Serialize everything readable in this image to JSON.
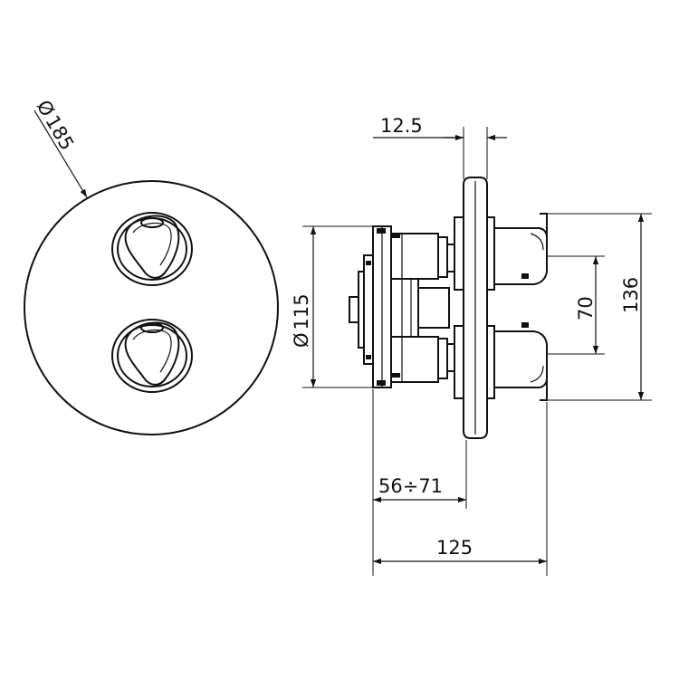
{
  "dimensions": {
    "plate_diameter": "185",
    "plate_diameter_symbol": "Ø",
    "body_diameter": "115",
    "body_diameter_symbol": "Ø",
    "plate_thickness": "12.5",
    "height_total": "136",
    "handle_spacing": "70",
    "depth_range": "56÷71",
    "depth_total": "125"
  },
  "colors": {
    "line": "#111111",
    "background": "#ffffff"
  }
}
